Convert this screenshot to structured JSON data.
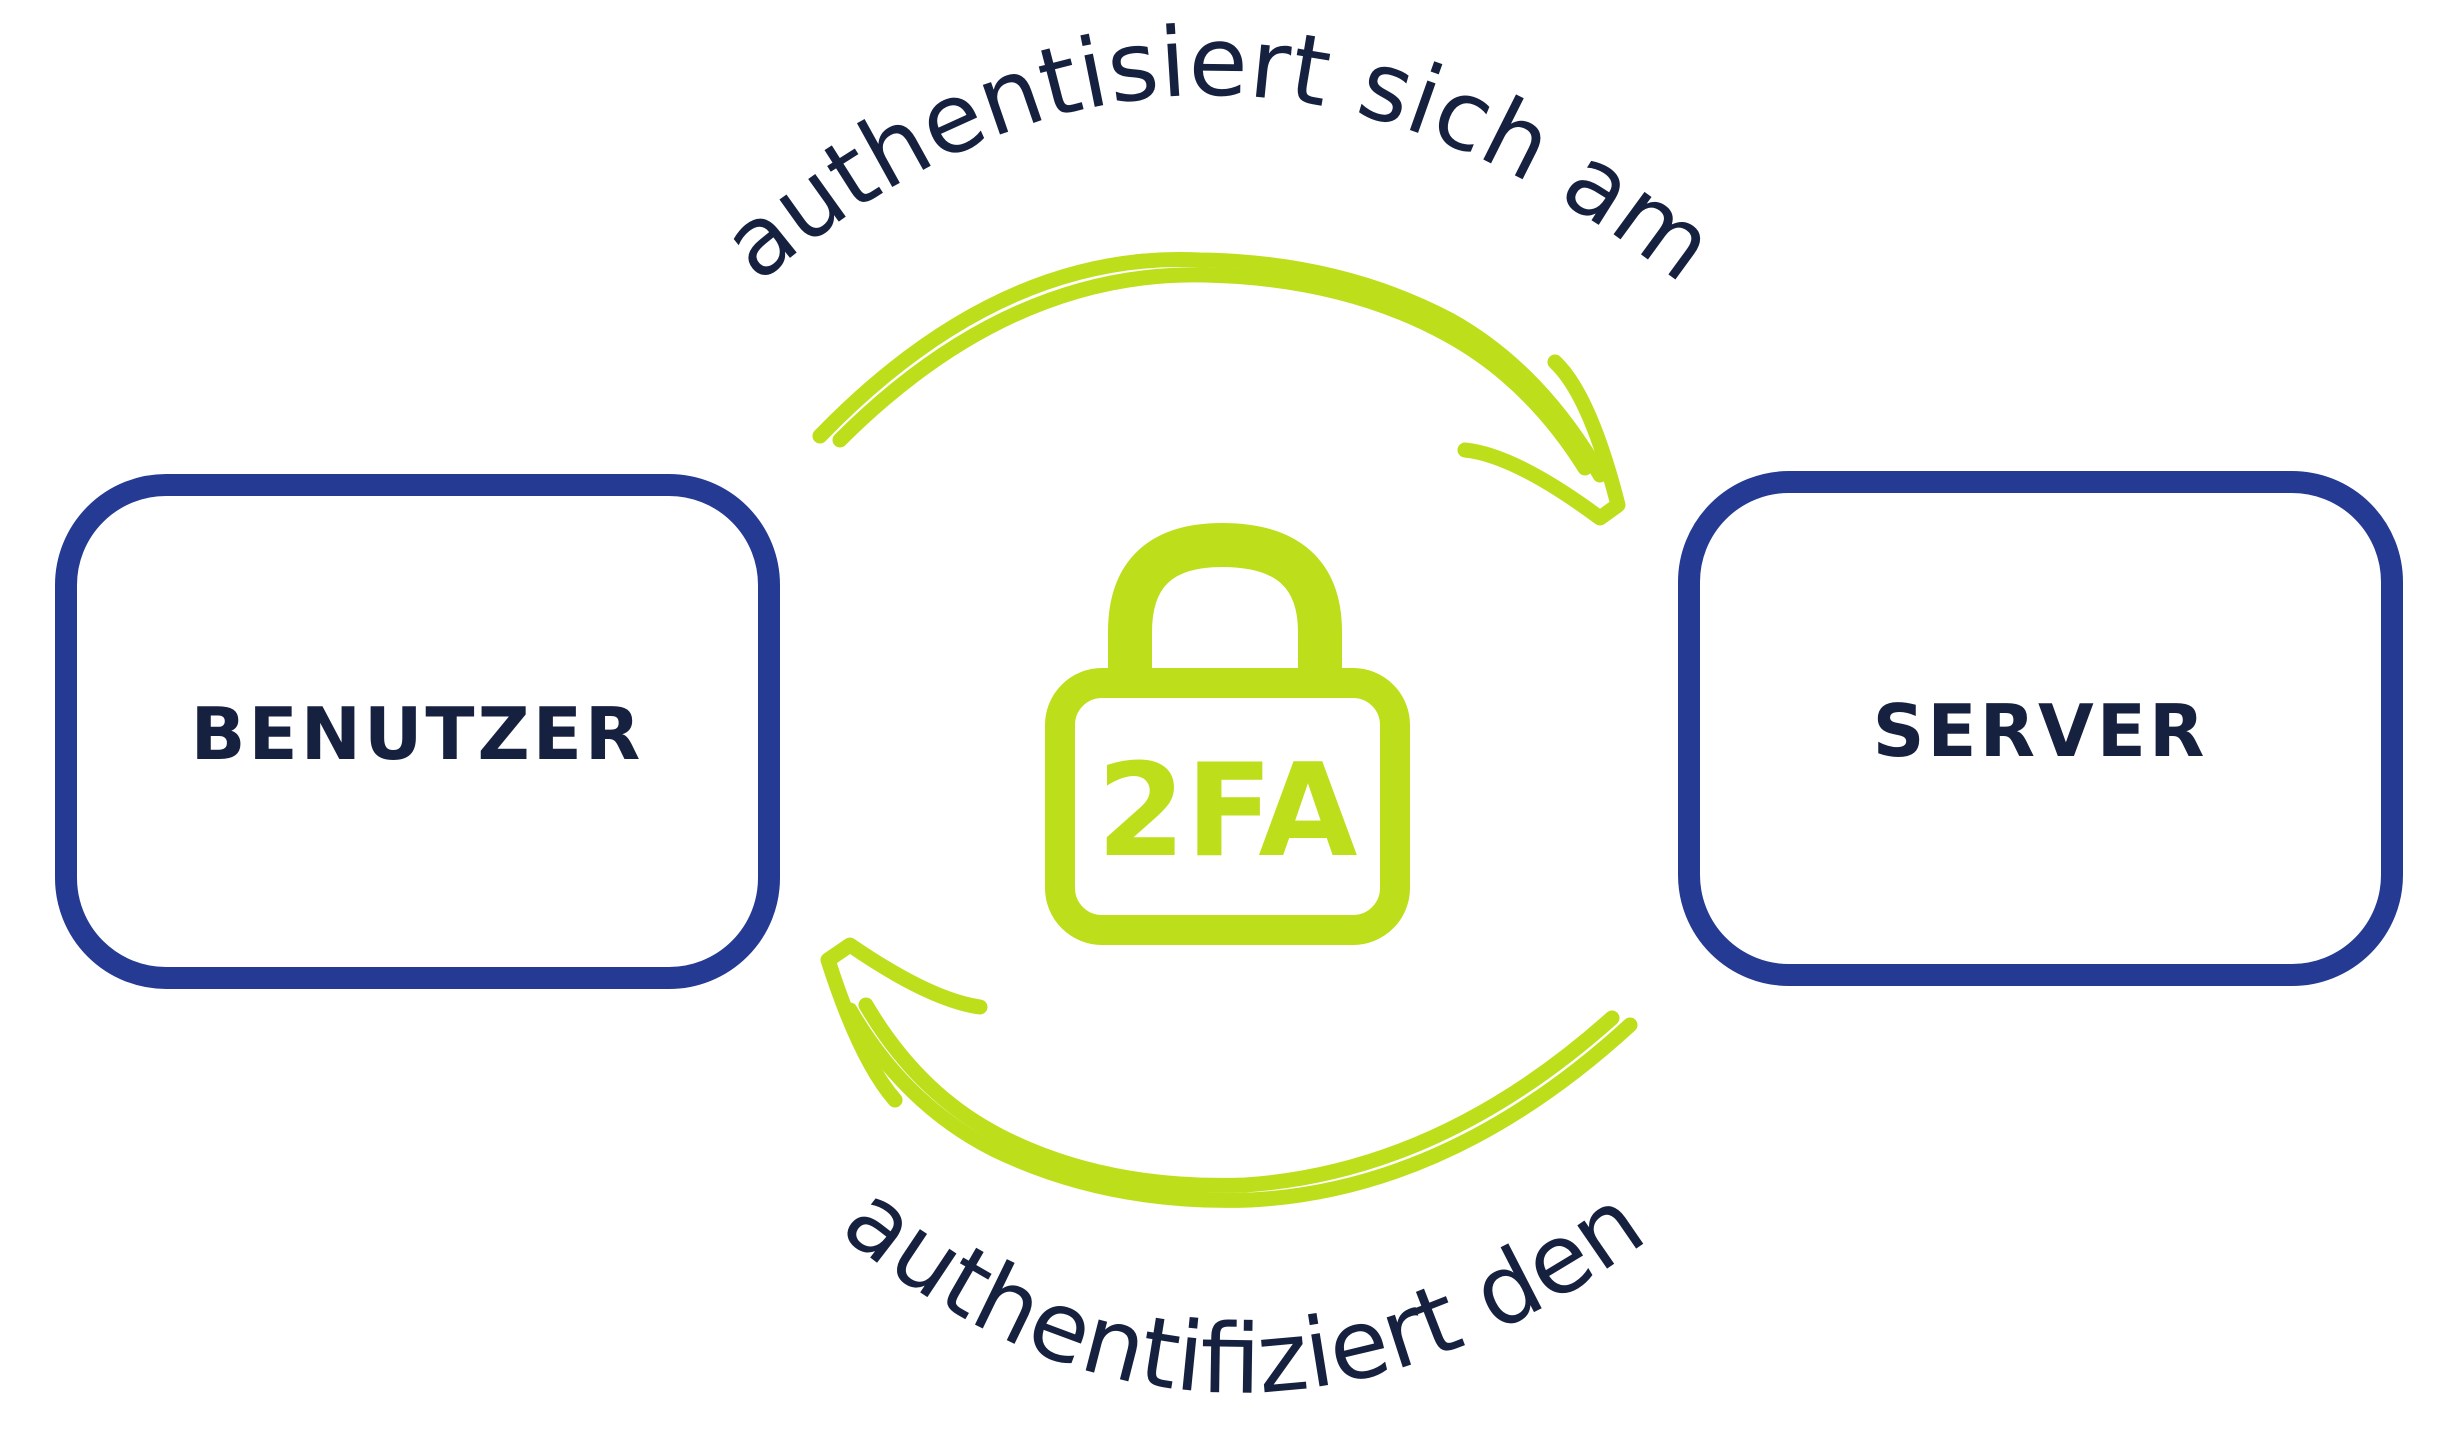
{
  "colors": {
    "box_stroke": "#253a93",
    "text_dark": "#16213f",
    "accent_green": "#bdde1a",
    "background": "#ffffff"
  },
  "nodes": {
    "user": {
      "label": "BENUTZER"
    },
    "server": {
      "label": "SERVER"
    }
  },
  "edges": {
    "top": {
      "label": "authentisiert sich am",
      "from": "user",
      "to": "server"
    },
    "bottom": {
      "label": "authentifiziert den",
      "from": "server",
      "to": "user"
    }
  },
  "lock": {
    "label": "2FA",
    "icon": "padlock-icon"
  }
}
